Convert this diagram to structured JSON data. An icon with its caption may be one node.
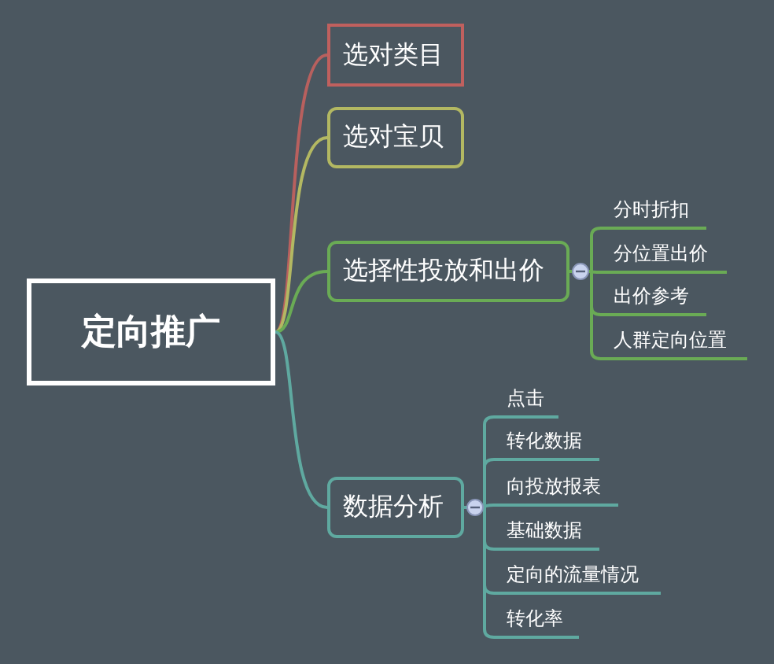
{
  "diagram": {
    "nodes": [
      {
        "text": [
          "定向推广"
        ]
      },
      {
        "text": [
          "选对类目"
        ]
      },
      {
        "text": [
          "选对宝贝"
        ]
      },
      {
        "text": [
          "选择性投放和出价"
        ]
      },
      {
        "text": [
          "数据分析"
        ]
      },
      {
        "text": [
          "分时折扣"
        ]
      },
      {
        "text": [
          "分位置出价"
        ]
      },
      {
        "text": [
          "出价参考"
        ]
      },
      {
        "text": [
          "人群定向位置"
        ]
      },
      {
        "text": [
          "点击"
        ]
      },
      {
        "text": [
          "转化数据"
        ]
      },
      {
        "text": [
          "向投放报表"
        ]
      },
      {
        "text": [
          "基础数据"
        ]
      },
      {
        "text": [
          "定向的流量情况"
        ]
      },
      {
        "text": [
          "转化率"
        ]
      }
    ],
    "edges": [
      {
        "from": 0,
        "to": 1,
        "arrow": "none",
        "color": "#b8605e"
      },
      {
        "from": 0,
        "to": 2,
        "arrow": "none",
        "color": "#b3b862"
      },
      {
        "from": 0,
        "to": 3,
        "arrow": "none",
        "color": "#6aab55"
      },
      {
        "from": 0,
        "to": 4,
        "arrow": "none",
        "color": "#5fa9a0"
      },
      {
        "from": 3,
        "to": 5,
        "arrow": "none",
        "color": "#6aab55"
      },
      {
        "from": 3,
        "to": 6,
        "arrow": "none",
        "color": "#6aab55"
      },
      {
        "from": 3,
        "to": 7,
        "arrow": "none",
        "color": "#6aab55"
      },
      {
        "from": 3,
        "to": 8,
        "arrow": "none",
        "color": "#6aab55"
      },
      {
        "from": 4,
        "to": 9,
        "arrow": "none",
        "color": "#5fa9a0"
      },
      {
        "from": 4,
        "to": 10,
        "arrow": "none",
        "color": "#5fa9a0"
      },
      {
        "from": 4,
        "to": 11,
        "arrow": "none",
        "color": "#5fa9a0"
      },
      {
        "from": 4,
        "to": 12,
        "arrow": "none",
        "color": "#5fa9a0"
      },
      {
        "from": 4,
        "to": 13,
        "arrow": "none",
        "color": "#5fa9a0"
      },
      {
        "from": 4,
        "to": 14,
        "arrow": "none",
        "color": "#5fa9a0"
      }
    ]
  }
}
